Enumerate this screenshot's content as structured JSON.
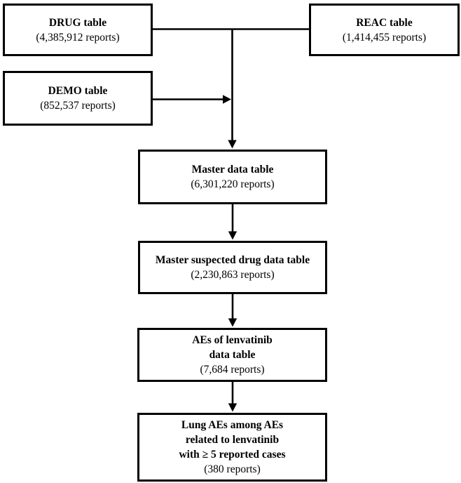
{
  "figure": {
    "background": "#ffffff",
    "line_color": "#000000"
  },
  "boxes": {
    "drug": {
      "title": "DRUG table",
      "count": "(4,385,912 reports)"
    },
    "reac": {
      "title": "REAC table",
      "count": "(1,414,455 reports)"
    },
    "demo": {
      "title": "DEMO table",
      "count": "(852,537 reports)"
    },
    "master": {
      "title": "Master data table",
      "count": "(6,301,220 reports)"
    },
    "master_suspected": {
      "title": "Master suspected drug data table",
      "count": "(2,230,863 reports)"
    },
    "aes_lenvatinib": {
      "title_line1": "AEs of lenvatinib",
      "title_line2": "data table",
      "count": "(7,684 reports)"
    },
    "lung_aes": {
      "title_line1": "Lung AEs among AEs",
      "title_line2": "related to lenvatinib",
      "title_line3": "with ≥ 5 reported cases",
      "count": "(380 reports)"
    }
  }
}
